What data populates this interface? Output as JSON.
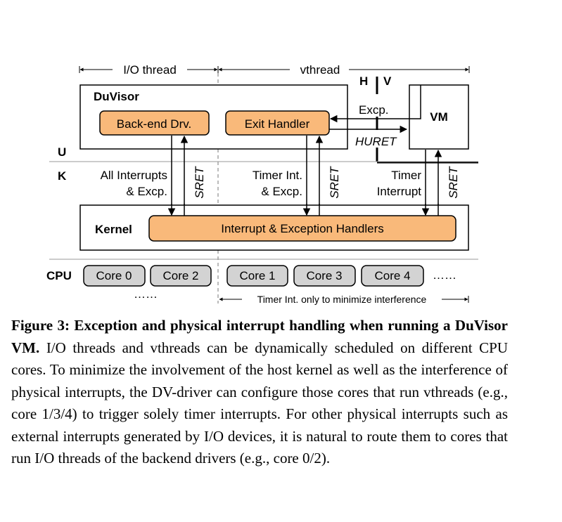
{
  "diagram": {
    "io_thread_label": "I/O thread",
    "vthread_label": "vthread",
    "hv_h": "H",
    "hv_v": "V",
    "duvisor_label": "DuVisor",
    "backend_drv": "Back-end Drv.",
    "exit_handler": "Exit Handler",
    "excp_label": "Excp.",
    "huret_label": "HURET",
    "vm_label": "VM",
    "u_label": "U",
    "k_label": "K",
    "all_interrupts_line1": "All Interrupts",
    "all_interrupts_line2": "& Excp.",
    "timer_int_line1": "Timer Int.",
    "timer_int_line2": "& Excp.",
    "timer_line1": "Timer",
    "timer_line2": "Interrupt",
    "sret_label": "SRET",
    "kernel_label": "Kernel",
    "handlers_label": "Interrupt & Exception Handlers",
    "cpu_label": "CPU",
    "cores": [
      "Core 0",
      "Core 2",
      "Core 1",
      "Core 3",
      "Core 4"
    ],
    "dots": "……",
    "timer_only_label": "Timer Int. only to minimize interference",
    "colors": {
      "orange": "#f9b97a",
      "core_gray": "#d3d3d3"
    }
  },
  "caption": {
    "title": "Figure 3: Exception and physical interrupt handling when running a DuVisor VM.",
    "body": "I/O threads and vthreads can be dynamically scheduled on different CPU cores. To minimize the involvement of the host kernel as well as the interference of physical interrupts, the DV-driver can configure those cores that run vthreads (e.g., core 1/3/4) to trigger solely timer interrupts. For other physical interrupts such as external interrupts generated by I/O devices, it is natural to route them to cores that run I/O threads of the backend drivers (e.g., core 0/2)."
  }
}
